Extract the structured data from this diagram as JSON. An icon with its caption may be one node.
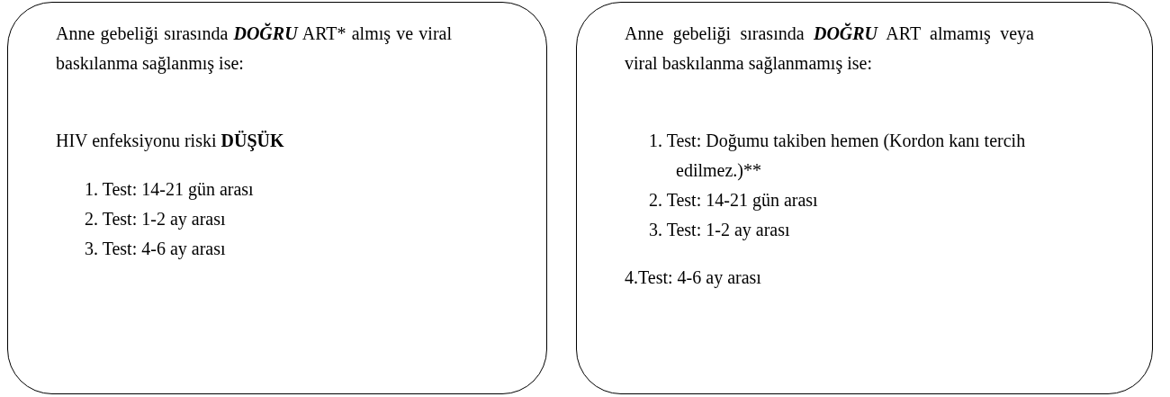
{
  "diagram": {
    "nodes": [
      {
        "text": [
          "Anne gebeliği sırasında **DOĞRU** ART* almış ve viral baskılanma sağlanmış ise:",
          "HIV enfeksiyonu riski **DÜŞÜK**",
          "1. Test: 14-21 gün arası",
          "2. Test: 1-2 ay arası",
          "3. Test: 4-6 ay arası"
        ]
      },
      {
        "text": [
          "Anne gebeliği sırasında **DOĞRU** ART almamış veya viral baskılanma sağlanmamış ise:",
          "1. Test: Doğumu takiben hemen (Kordon kanı tercih edilmez.)**",
          "2. Test: 14-21 gün arası",
          "3. Test: 1-2 ay arası",
          "4.Test: 4-6 ay arası"
        ]
      }
    ],
    "edges": []
  }
}
